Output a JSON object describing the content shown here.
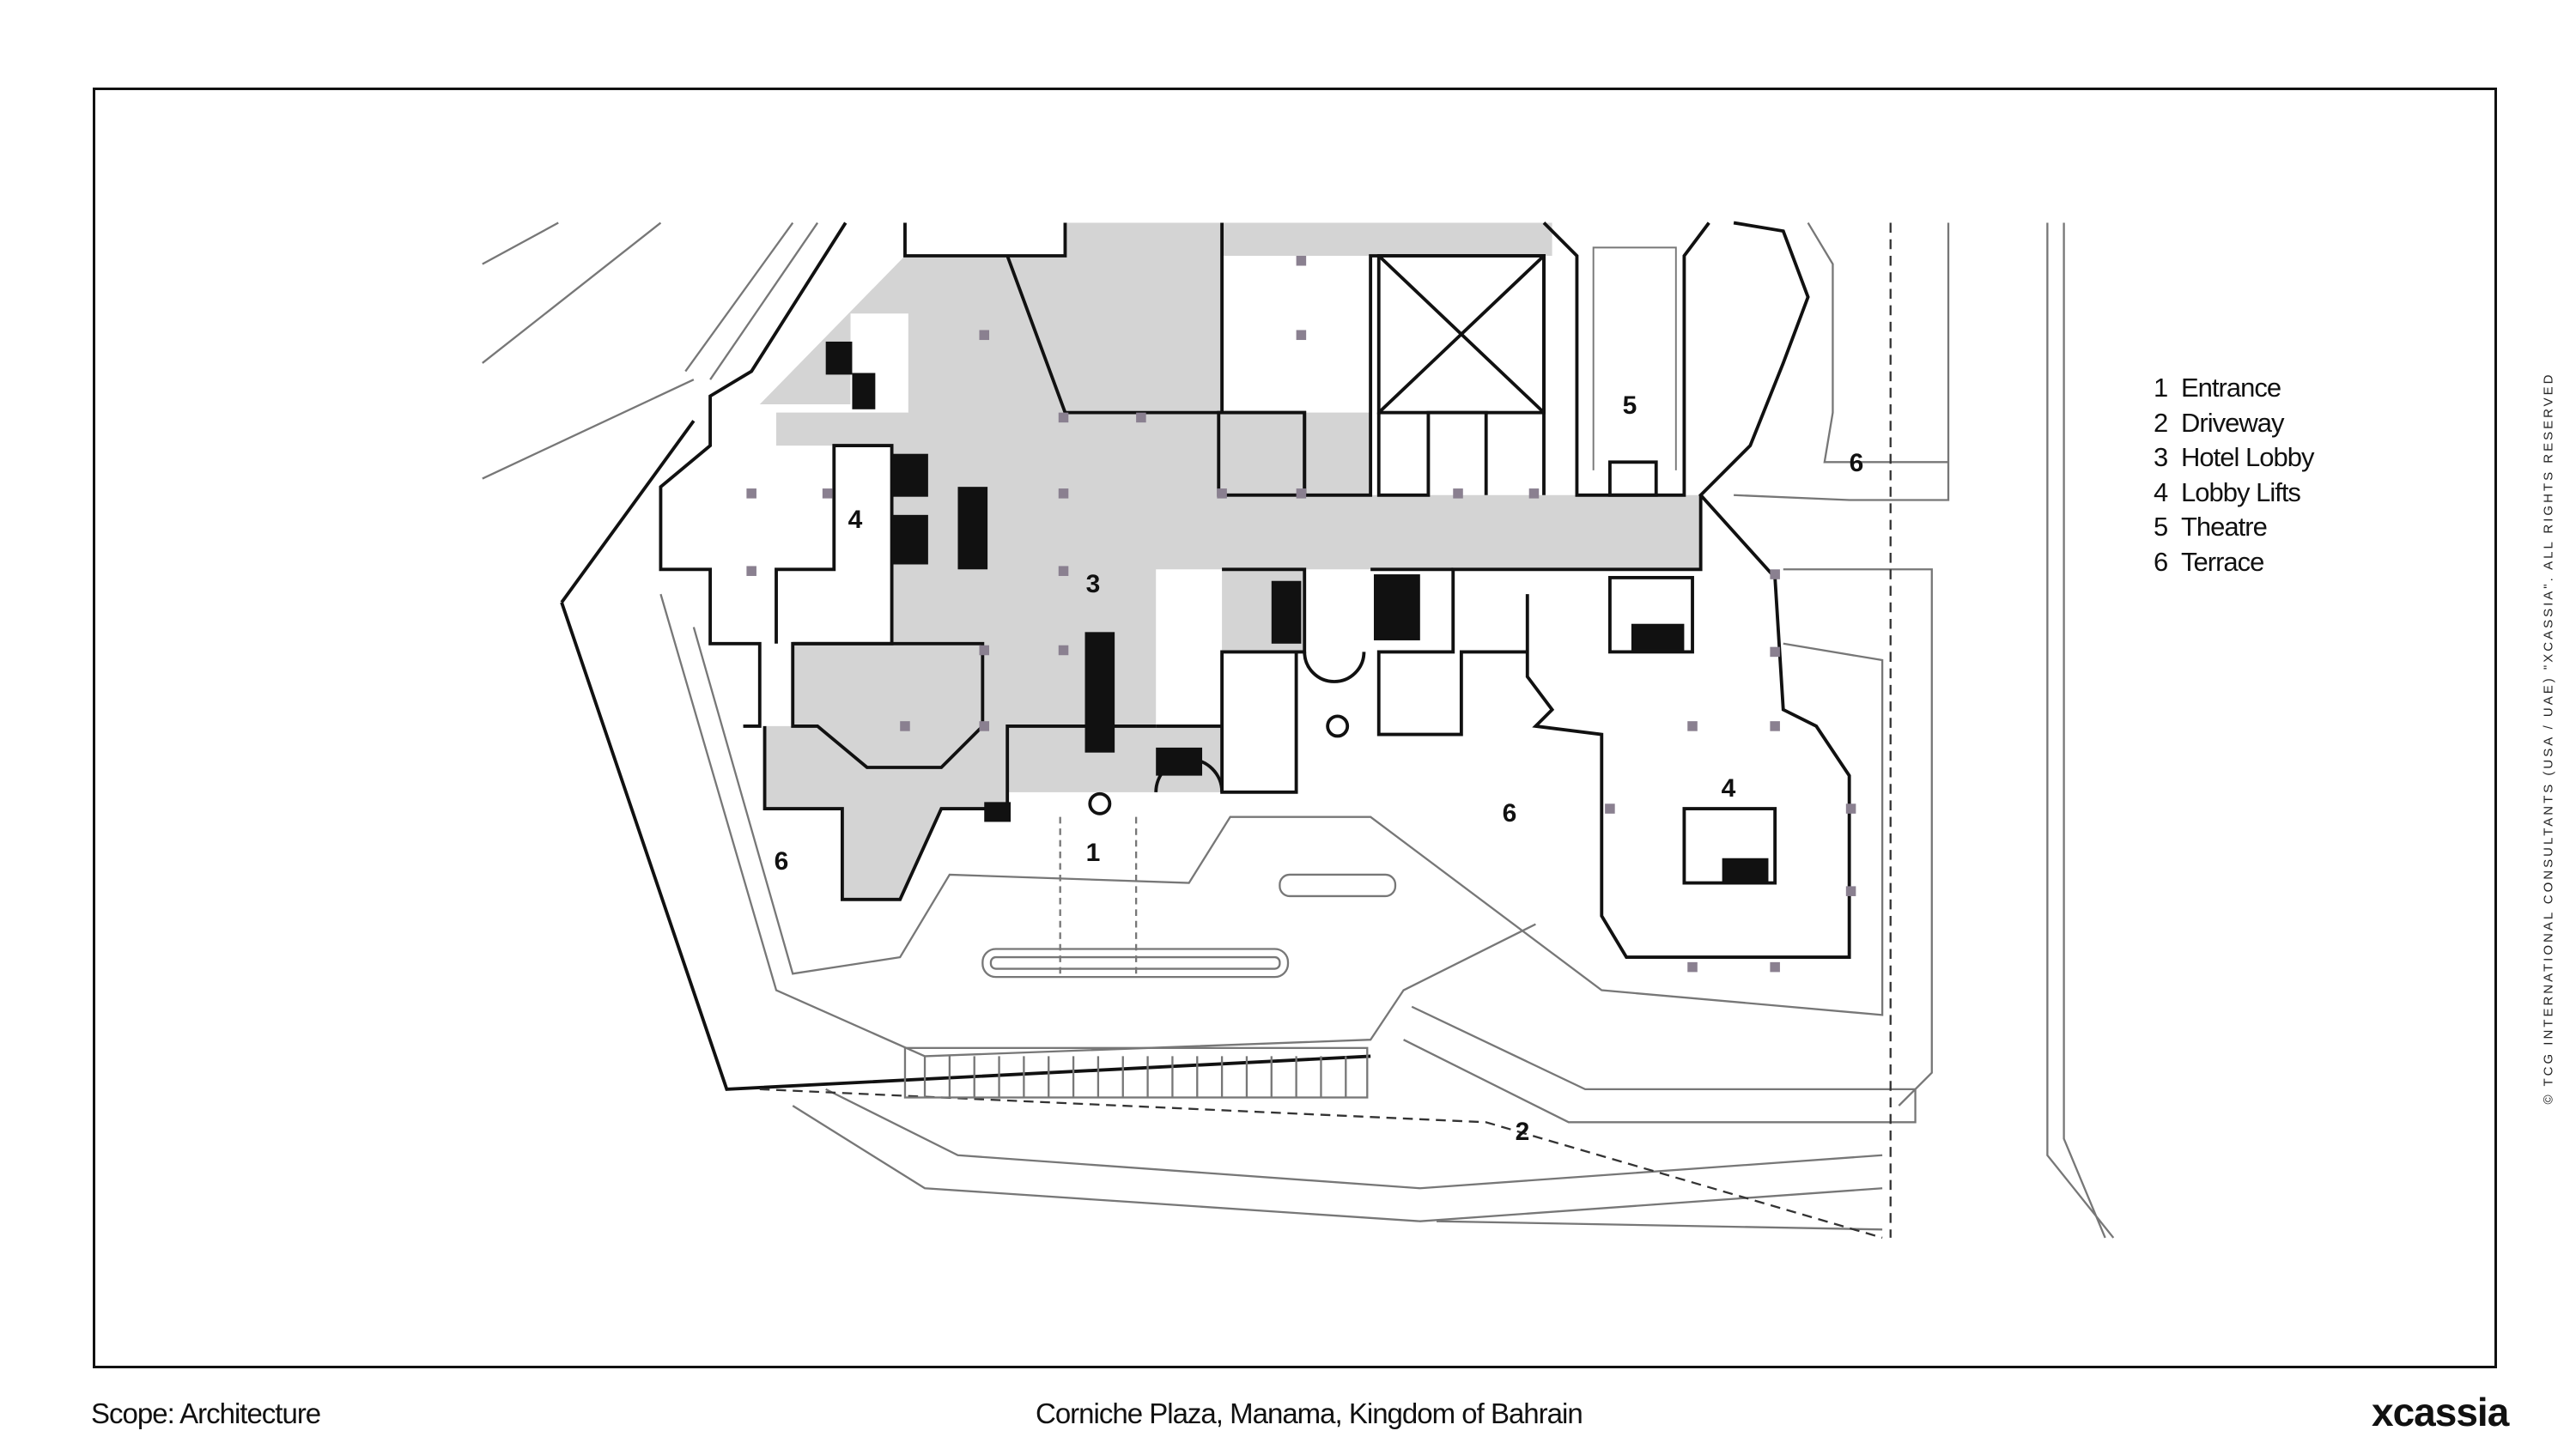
{
  "plan": {
    "labels": [
      "5",
      "6",
      "4",
      "3",
      "4",
      "6",
      "1",
      "6",
      "2"
    ]
  },
  "legend": [
    {
      "num": "1",
      "label": "Entrance"
    },
    {
      "num": "2",
      "label": "Driveway"
    },
    {
      "num": "3",
      "label": "Hotel Lobby"
    },
    {
      "num": "4",
      "label": "Lobby Lifts"
    },
    {
      "num": "5",
      "label": "Theatre"
    },
    {
      "num": "6",
      "label": "Terrace"
    }
  ],
  "footer": {
    "scope": "Scope: Architecture",
    "project": "Corniche Plaza, Manama, Kingdom of Bahrain",
    "logo": "xcassia"
  },
  "copyright": "© TCG INTERNATIONAL CONSULTANTS (USA / UAE) \"XCASSIA\". ALL RIGHTS RESERVED",
  "colors": {
    "lobby_fill": "#d4d4d4",
    "line": "#111111",
    "thin_line": "#777777"
  }
}
